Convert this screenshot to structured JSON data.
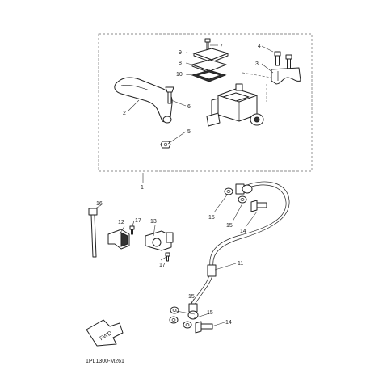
{
  "callouts": {
    "c1": "1",
    "c2": "2",
    "c3": "3",
    "c4": "4",
    "c5": "5",
    "c6": "6",
    "c7": "7",
    "c8": "8",
    "c9": "9",
    "c10": "10",
    "c11": "11",
    "c12": "12",
    "c13": "13",
    "c14a": "14",
    "c14b": "14",
    "c15a": "15",
    "c15b": "15",
    "c15c": "15",
    "c15d": "15",
    "c16": "16",
    "c17a": "17",
    "c17b": "17"
  },
  "fwd_label": "FWD",
  "diagram_code": "1PL1300-M261"
}
